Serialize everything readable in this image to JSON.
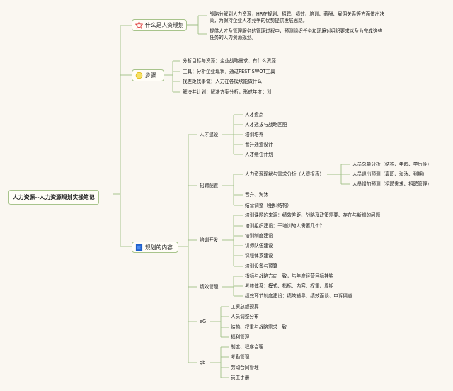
{
  "root": "人力资源--人力资源规划实操笔记",
  "branch1": {
    "title": "什么是人资规划",
    "icon": "star-outline-icon",
    "notes": [
      "战略分解到人力资源，HR在规划、招聘、绩效、培训、薪酬、雇佣关系等方面做出决策，为保持企业人才竞争的优势提供发展思路。",
      "提供人才及管理服务的管理过程中，预测组织任务和环境对组织要求以及为完成这些任务的人力资源规划。"
    ]
  },
  "branch2": {
    "title": "步骤",
    "icon": "sun-icon",
    "items": [
      "分析目标与资源：企业战略需求、有什么资源",
      "工具：分析企业现状，通过PEST SWOT工具",
      "找差距找事做：人力在各模块能做什么",
      "解决并计划：解决方案分析，形成年度计划"
    ]
  },
  "branch3": {
    "title": "规划的内容",
    "icon": "flag-icon",
    "groups": [
      {
        "label": "人才建设",
        "items": [
          "人才盘点",
          "人才选拔与战略匹配",
          "培训培养",
          "晋升通道设计",
          "人才继任计划"
        ]
      },
      {
        "label": "招聘配置",
        "items": [
          "人力资源现状与需求分析（人资报表）",
          "晋升、淘汰",
          "结营调整（组织结构）"
        ],
        "sub": [
          "人员总量分析（结构、年龄、学历等）",
          "人员退出预测（离职、淘汰、到期）",
          "人员增加预测（招聘需求、招聘管理）"
        ]
      },
      {
        "label": "培训开发",
        "items": [
          "培训课题的来源：绩效差距、战略及政策需要、存在与新增的问题",
          "培训组织建设：干培训的人需要几个？",
          "培训制度建设",
          "讲师队伍建设",
          "课程体系建设",
          "培训设备与预算"
        ]
      },
      {
        "label": "绩效管理",
        "items": [
          "指标与战略方向一致，与年度经营目标挂钩",
          "考核体系：模式、指标、内容、权重、周期",
          "绩效环节制度建设：绩效辅导、绩效面谈、申诉渠道"
        ]
      },
      {
        "label": "eG",
        "items": [
          "工资总额预算",
          "人员调整分布",
          "结构、权重与战略需求一致",
          "福利管理"
        ]
      },
      {
        "label": "gb",
        "items": [
          "制度、程序合理",
          "考勤管理",
          "劳动合同管理",
          "员工手册"
        ]
      }
    ]
  },
  "colors": {
    "line": "#9fbf85",
    "border": "#a8c48c"
  }
}
